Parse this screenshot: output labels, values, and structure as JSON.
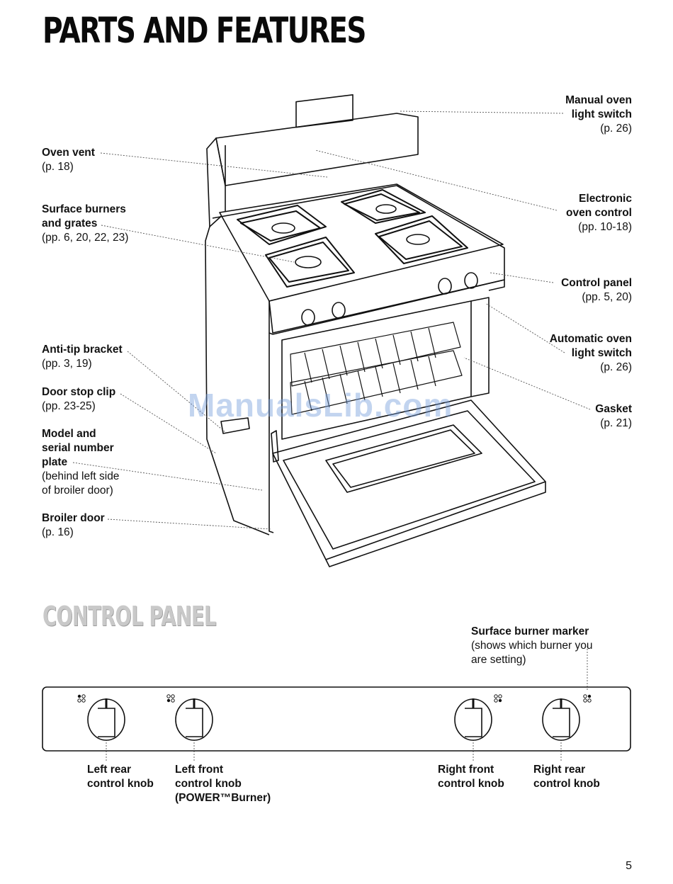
{
  "page": {
    "title": "Parts and Features",
    "section_title": "Control panel",
    "watermark": "ManualsLib.com",
    "page_number": "5"
  },
  "callouts_left": [
    {
      "name": "Oven vent",
      "page": "(p. 18)"
    },
    {
      "name": "Surface burners and grates",
      "page": "(pp. 6, 20, 22, 23)"
    },
    {
      "name": "Anti-tip bracket",
      "page": "(pp. 3, 19)"
    },
    {
      "name": "Door stop clip",
      "page": "(pp. 23-25)"
    },
    {
      "name": "Model and serial number plate",
      "page": "(behind left side of broiler door)"
    },
    {
      "name": "Broiler door",
      "page": "(p. 16)"
    }
  ],
  "callouts_right": [
    {
      "name": "Manual oven light switch",
      "page": "(p. 26)"
    },
    {
      "name": "Electronic oven control",
      "page": "(pp. 10-18)"
    },
    {
      "name": "Control panel",
      "page": "(pp. 5, 20)"
    },
    {
      "name": "Automatic oven light switch",
      "page": "(p. 26)"
    },
    {
      "name": "Gasket",
      "page": "(p. 21)"
    }
  ],
  "control_panel": {
    "marker_label": "Surface burner marker",
    "marker_note": "(shows which burner you are setting)",
    "knobs": [
      {
        "line1": "Left rear",
        "line2": "control knob",
        "line3": ""
      },
      {
        "line1": "Left front",
        "line2": "control knob",
        "line3": "(POWER™Burner)"
      },
      {
        "line1": "Right front",
        "line2": "control knob",
        "line3": ""
      },
      {
        "line1": "Right rear",
        "line2": "control knob",
        "line3": ""
      }
    ]
  }
}
